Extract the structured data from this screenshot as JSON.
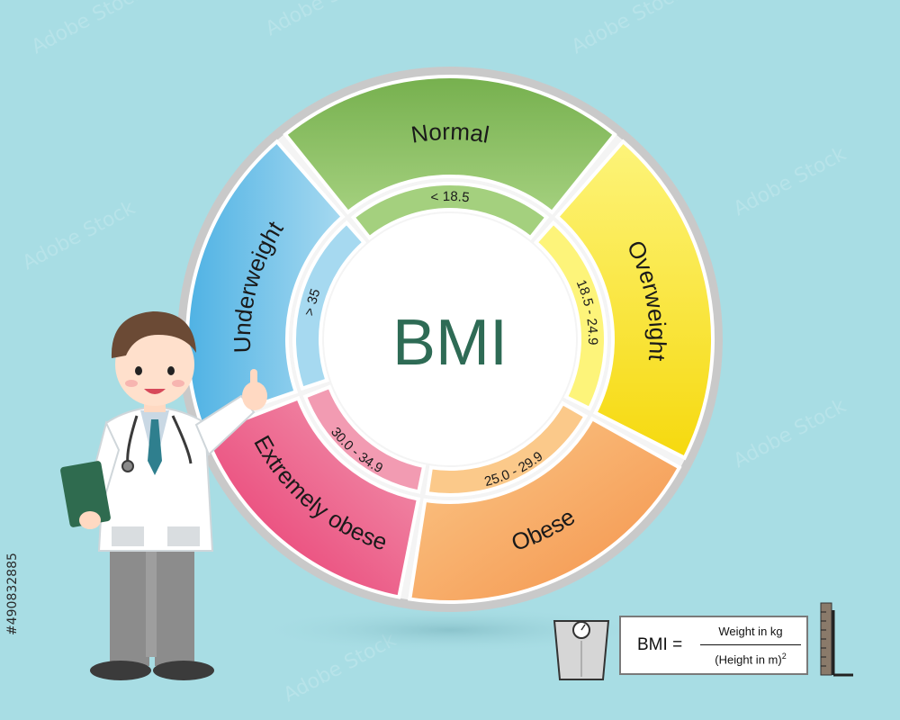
{
  "diagram": {
    "center_title": "BMI",
    "segments": [
      {
        "label": "Normal",
        "range": "< 18.5",
        "color_light": "#a4d07e",
        "color_dark": "#76b04e"
      },
      {
        "label": "Overweight",
        "range": "18.5 - 24.9",
        "color_light": "#fdf47a",
        "color_dark": "#f6d90e"
      },
      {
        "label": "Obese",
        "range": "25.0 - 29.9",
        "color_light": "#fbc98a",
        "color_dark": "#f4924a"
      },
      {
        "label": "Extremely obese",
        "range": "30.0 - 34.9",
        "color_light": "#f29bb2",
        "color_dark": "#e8336c"
      },
      {
        "label": "Underweight",
        "range": "> 35",
        "color_light": "#a6d9f0",
        "color_dark": "#4fb2e4"
      }
    ],
    "title_color": "#2e6b55"
  },
  "formula": {
    "lhs": "BMI",
    "equals": "=",
    "numerator": "Weight in kg",
    "denominator": "(Height in m)",
    "exponent": "2"
  },
  "stock_id": "#490832885",
  "colors": {
    "background": "#a8dde4",
    "ring": "#dcdcdc"
  }
}
